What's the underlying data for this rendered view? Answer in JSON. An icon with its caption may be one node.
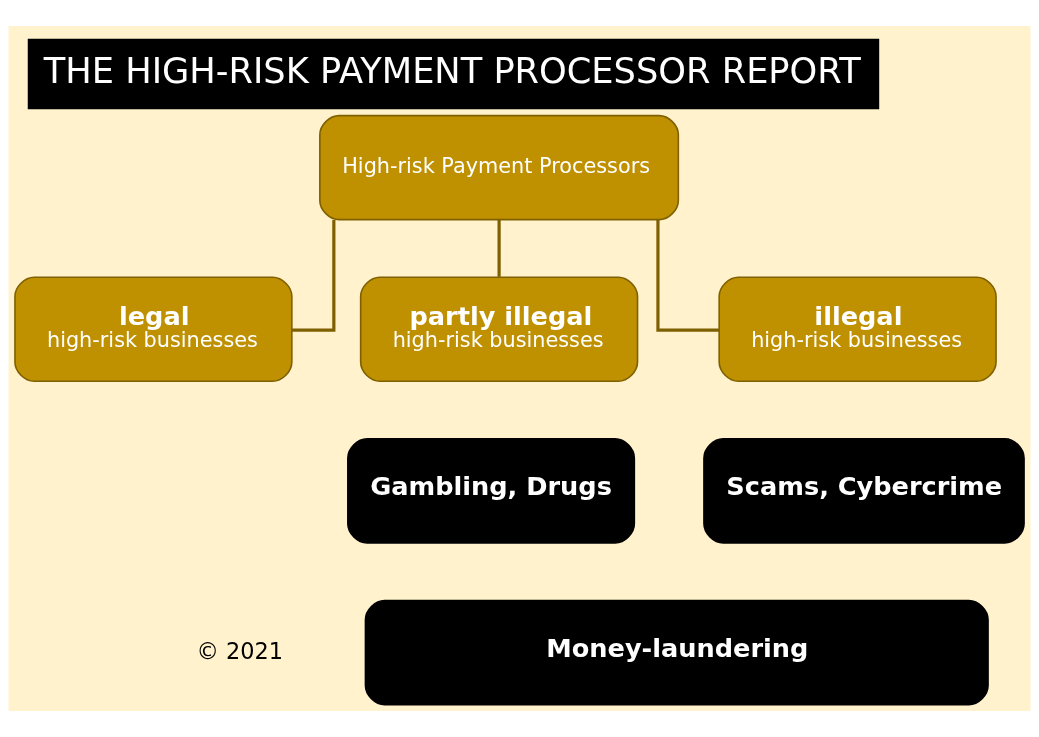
{
  "diagram": {
    "title": "THE HIGH-RISK PAYMENT PROCESSOR REPORT",
    "nodes": [
      {
        "text": [
          "High-risk Payment Processors"
        ]
      },
      {
        "text": [
          "legal",
          "high-risk businesses"
        ]
      },
      {
        "text": [
          "partly illegal",
          "high-risk businesses"
        ]
      },
      {
        "text": [
          "illegal",
          "high-risk businesses"
        ]
      },
      {
        "text": [
          "Gambling, Drugs"
        ]
      },
      {
        "text": [
          "Scams, Cybercrime"
        ]
      },
      {
        "text": [
          "Money-laundering"
        ]
      }
    ],
    "edges": [
      {
        "from": 0,
        "to": 1,
        "arrow": "none"
      },
      {
        "from": 0,
        "to": 2,
        "arrow": "none"
      },
      {
        "from": 0,
        "to": 3,
        "arrow": "none"
      }
    ],
    "labels": [
      "© 2021"
    ]
  }
}
